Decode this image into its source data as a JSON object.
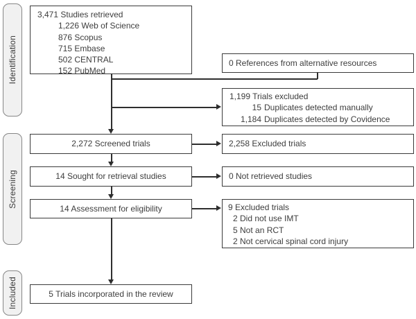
{
  "diagram": {
    "type": "prisma-flowchart",
    "colors": {
      "box_border": "#3a3a3a",
      "line": "#2e2e2e",
      "stage_fill": "#f1f1f1",
      "stage_border": "#868686",
      "text": "#3d3d3d"
    },
    "stages": [
      {
        "label": "Identification"
      },
      {
        "label": "Screening"
      },
      {
        "label": "Included"
      }
    ],
    "boxes": {
      "retrieved": {
        "title": "3,471 Studies retrieved",
        "items": [
          "1,226 Web of Science",
          "876 Scopus",
          "715 Embase",
          "502 CENTRAL",
          "152 PubMed"
        ]
      },
      "alt_resources": {
        "title": "0 References from alternative resources"
      },
      "trials_excluded": {
        "title": "1,199 Trials excluded",
        "items": [
          {
            "num": "15",
            "label": "Duplicates detected manually"
          },
          {
            "num": "1,184",
            "label": "Duplicates detected by Covidence"
          }
        ]
      },
      "screened": {
        "title": "2,272 Screened trials"
      },
      "excluded_screened": {
        "title": "2,258 Excluded trials"
      },
      "sought": {
        "title": "14 Sought for retrieval studies"
      },
      "not_retrieved": {
        "title": "0 Not retrieved studies"
      },
      "eligibility": {
        "title": "14 Assessment for eligibility"
      },
      "excluded_eligibility": {
        "title": "9 Excluded trials",
        "items": [
          "2 Did not use IMT",
          "5 Not an RCT",
          "2 Not cervical spinal cord injury"
        ]
      },
      "included": {
        "title": "5 Trials incorporated in the review"
      }
    }
  }
}
